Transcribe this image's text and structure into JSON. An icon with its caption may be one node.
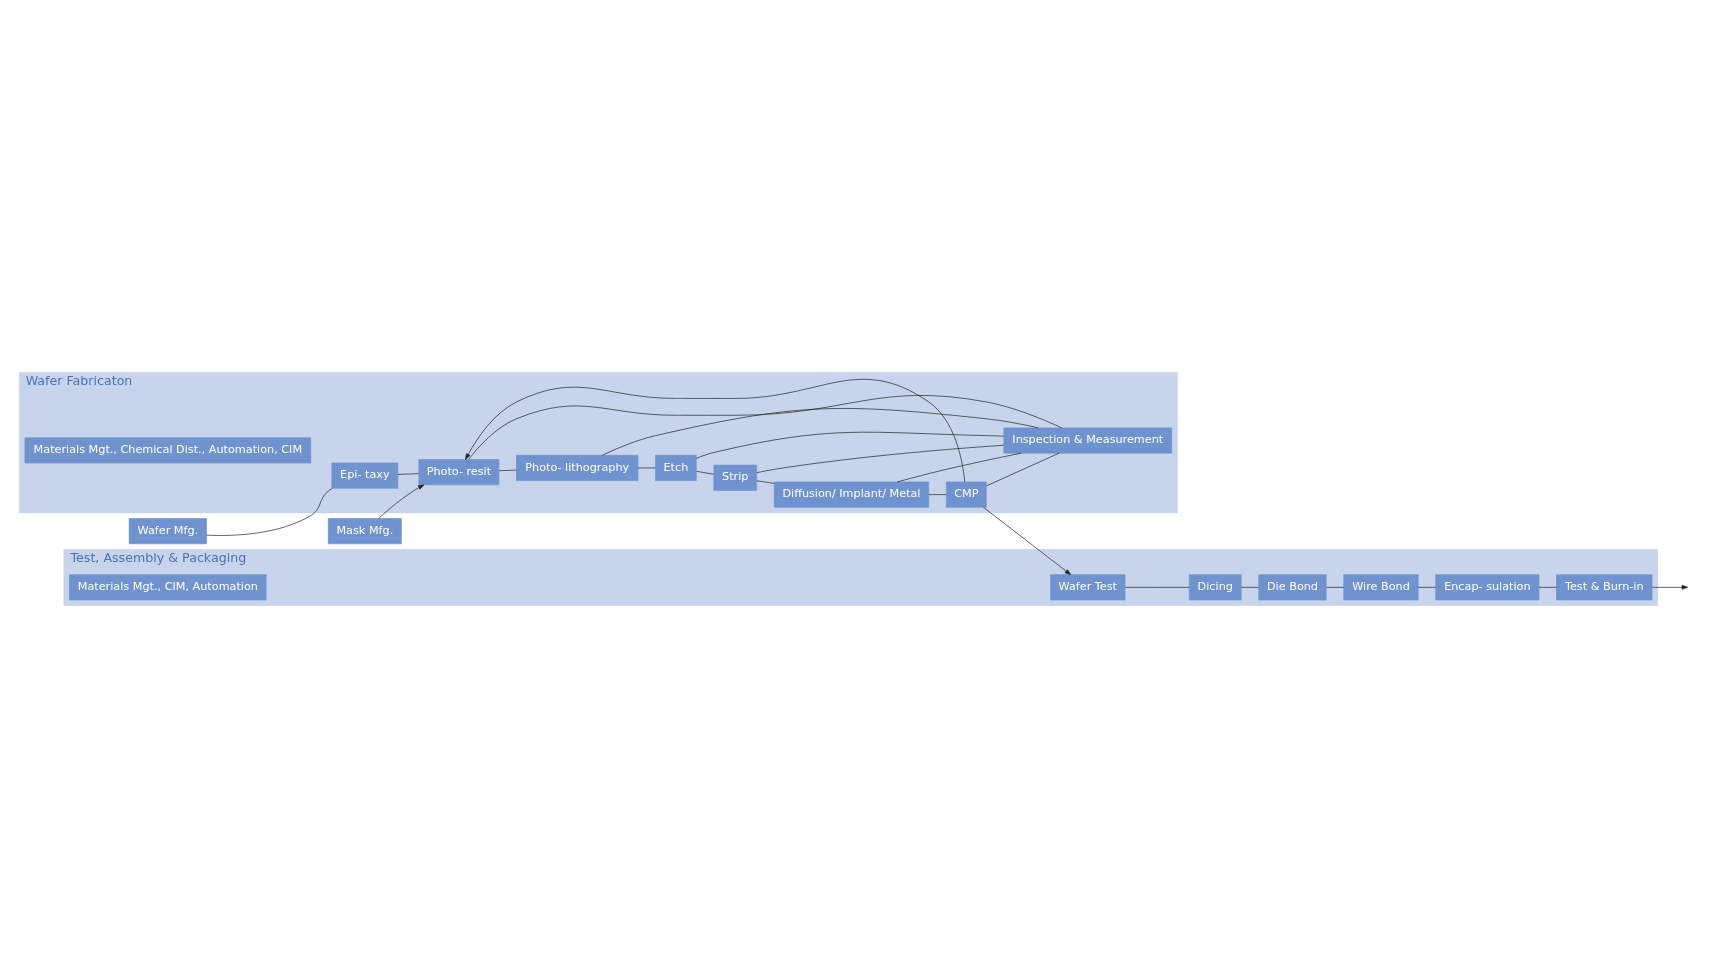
{
  "diagram": {
    "nodes": [
      {
        "text": [
          "Wafer Fabricaton"
        ]
      },
      {
        "text": [
          "Materials Mgt., Chemical Dist., Automation, CIM"
        ],
        "in": 0
      },
      {
        "text": [
          "Mask Mfg."
        ]
      },
      {
        "text": [
          "Wafer Mfg."
        ]
      },
      {
        "text": [
          "Epi- taxy"
        ],
        "in": 0
      },
      {
        "text": [
          "Photo- resit"
        ],
        "in": 0
      },
      {
        "text": [
          "Photo- lithography"
        ],
        "in": 0
      },
      {
        "text": [
          "Etch"
        ],
        "in": 0
      },
      {
        "text": [
          "Strip"
        ],
        "in": 0
      },
      {
        "text": [
          "Diffusion/ Implant/ Metal"
        ],
        "in": 0
      },
      {
        "text": [
          "CMP"
        ],
        "in": 0
      },
      {
        "text": [
          "Inspection & Measurement"
        ],
        "in": 0
      },
      {
        "text": [
          "Test, Assembly & Packaging"
        ]
      },
      {
        "text": [
          "Materials Mgt., CIM, Automation"
        ],
        "in": 12
      },
      {
        "text": [
          "Wafer Test"
        ],
        "in": 12
      },
      {
        "text": [
          "Dicing"
        ],
        "in": 12
      },
      {
        "text": [
          "Die Bond"
        ],
        "in": 12
      },
      {
        "text": [
          "Wire Bond"
        ],
        "in": 12
      },
      {
        "text": [
          "Encap- sulation"
        ],
        "in": 12
      },
      {
        "text": [
          "Test & Burn-in"
        ],
        "in": 12
      }
    ],
    "edges": [
      {
        "from": 2,
        "to": 5,
        "arrow": "to"
      },
      {
        "from": 3,
        "to": 4,
        "arrow": "none"
      },
      {
        "from": 4,
        "to": 5,
        "arrow": "none"
      },
      {
        "from": 5,
        "to": 6,
        "arrow": "none"
      },
      {
        "from": 6,
        "to": 7,
        "arrow": "none"
      },
      {
        "from": 7,
        "to": 8,
        "arrow": "none"
      },
      {
        "from": 8,
        "to": 9,
        "arrow": "none"
      },
      {
        "from": 9,
        "to": 10,
        "arrow": "none"
      },
      {
        "from": 10,
        "to": 5,
        "arrow": "to"
      },
      {
        "from": 5,
        "to": 11,
        "arrow": "none"
      },
      {
        "from": 6,
        "to": 11,
        "arrow": "none"
      },
      {
        "from": 7,
        "to": 11,
        "arrow": "none"
      },
      {
        "from": 8,
        "to": 11,
        "arrow": "none"
      },
      {
        "from": 9,
        "to": 11,
        "arrow": "none"
      },
      {
        "from": 10,
        "to": 11,
        "arrow": "none"
      },
      {
        "from": 10,
        "to": 14,
        "arrow": "to"
      },
      {
        "from": 14,
        "to": 15,
        "arrow": "none"
      },
      {
        "from": 15,
        "to": 16,
        "arrow": "none"
      },
      {
        "from": 16,
        "to": 17,
        "arrow": "none"
      },
      {
        "from": 17,
        "to": 18,
        "arrow": "none"
      },
      {
        "from": 18,
        "to": 19,
        "arrow": "none"
      },
      {
        "from": 19,
        "to": null,
        "arrow": "to"
      }
    ]
  }
}
